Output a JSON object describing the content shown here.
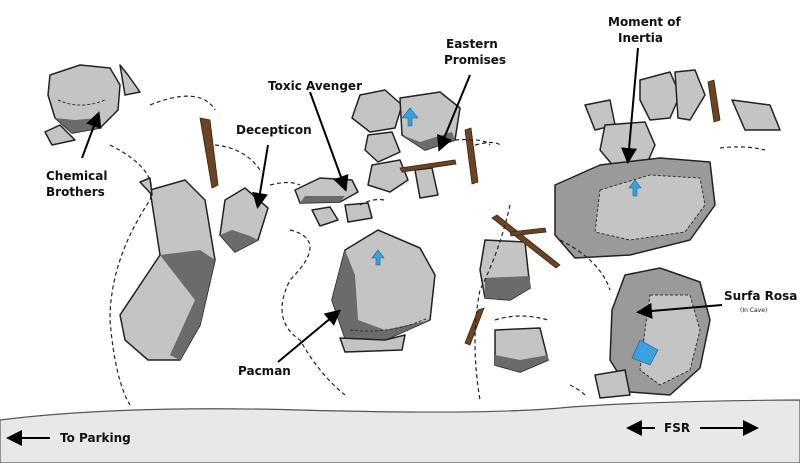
{
  "labels": {
    "chemical_brothers": [
      "Chemical",
      "Brothers"
    ],
    "decepticon": "Decepticon",
    "toxic_avenger": "Toxic Avenger",
    "eastern_promises": [
      "Eastern",
      "Promises"
    ],
    "moment_of_inertia": [
      "Moment of",
      "Inertia"
    ],
    "surfa_rosa": "Surfa Rosa",
    "surfa_rosa_note": "(In Cave)",
    "pacman": "Pacman",
    "to_parking": "To Parking",
    "fsr": "FSR"
  },
  "colors": {
    "rock_light": "#c4c4c4",
    "rock_dark": "#6b6b6b",
    "problem_arrow": "#3aa0e0",
    "stick": "#6b4424"
  }
}
